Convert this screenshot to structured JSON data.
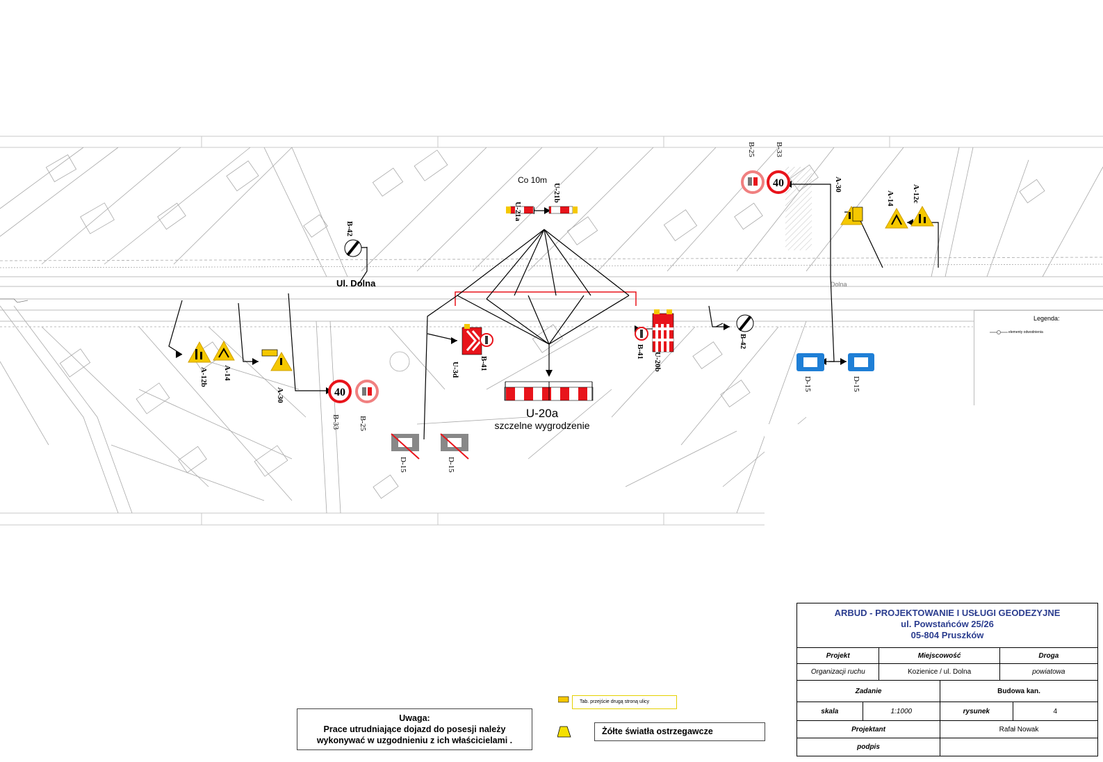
{
  "plan": {
    "street_label": "Ul. Dolna",
    "street_label_small": "Dolna",
    "spacing_label": "Co 10m",
    "fence_label": "U-20a",
    "fence_caption": "szczelne wygrodzenie",
    "signs": {
      "u21a": "U-21a",
      "u21b": "U-21b",
      "b42_top": "B-42",
      "b42_right": "B-42",
      "b25_top": "B-25",
      "b33_top": "B-33",
      "a30_top": "A-30",
      "a14_top": "A-14",
      "a12c_top": "A-12c",
      "a12b_left": "A-12b",
      "a14_left": "A-14",
      "a30_left": "A-30",
      "b33_bottom": "B-33",
      "b25_bottom": "B-25",
      "u3d": "U-3d",
      "b41_left": "B-41",
      "b41_right": "B-41",
      "u20b": "U-20b",
      "d15_a": "D-15",
      "d15_b": "D-15",
      "d15_c": "D-15",
      "d15_d": "D-15",
      "speed_value": "40"
    },
    "colors": {
      "warning_yellow": "#f5c800",
      "sign_red": "#e8141b",
      "sign_blue": "#1f7fd6",
      "map_line": "#9a9a9a"
    }
  },
  "legend": {
    "title": "Legenda:",
    "item": "elementy odwodnienia"
  },
  "tab_note": "Tab. przejście drugą stroną ulicy",
  "lights_note": "Żółte światła ostrzegawcze",
  "warning_note": {
    "title": "Uwaga:",
    "line1": "Prace utrudniające dojazd do posesji należy",
    "line2": "wykonywać w uzgodnieniu z ich właścicielami ."
  },
  "title_block": {
    "company": "ARBUD - PROJEKTOWANIE I USŁUGI GEODEZYJNE",
    "street": "ul. Powstańców 25/26",
    "city": "05-804 Pruszków",
    "h_projekt": "Projekt",
    "h_miejscowosc": "Miejscowość",
    "h_droga": "Droga",
    "v_projekt": "Organizacji ruchu",
    "v_miejscowosc": "Kozienice / ul. Dolna",
    "v_droga": "powiatowa",
    "h_zadanie": "Zadanie",
    "v_zadanie": "Budowa kan.",
    "h_skala": "skala",
    "v_skala": "1:1000",
    "h_rysunek": "rysunek",
    "v_rysunek": "4",
    "h_projektant": "Projektant",
    "v_projektant": "Rafał Nowak",
    "h_podpis": "podpis"
  }
}
